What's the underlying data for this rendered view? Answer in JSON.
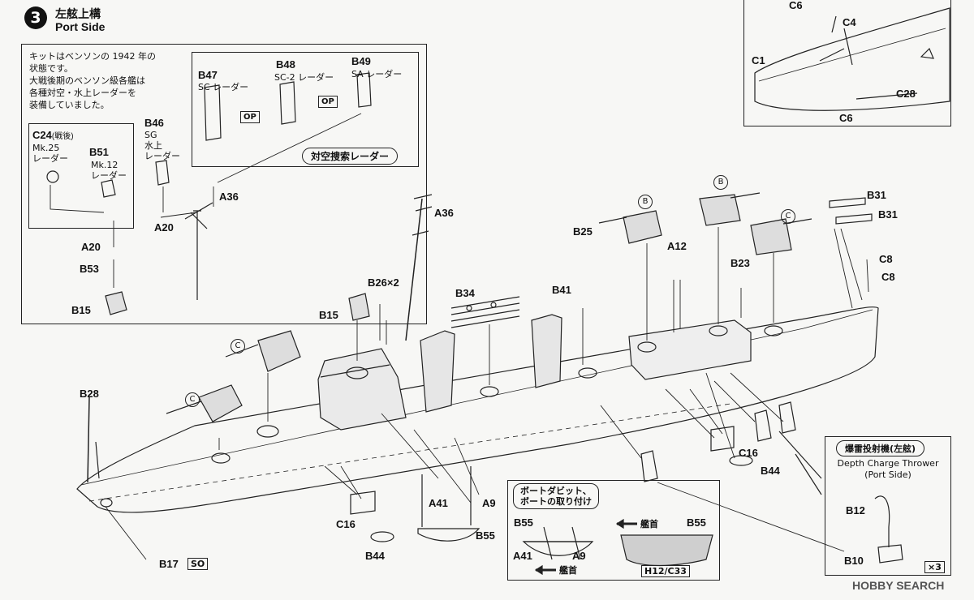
{
  "step": {
    "number": "3",
    "title_jp": "左舷上構",
    "title_en": "Port Side"
  },
  "note_box": {
    "lines": [
      "キットはベンソンの 1942 年の",
      "状態です。",
      "大戦後期のベンソン級各艦は",
      "各種対空・水上レーダーを",
      "装備していました。"
    ]
  },
  "radar_options": {
    "c24": {
      "code": "C24",
      "suffix": "(戦後)",
      "desc": [
        "Mk.25",
        "レーダー"
      ]
    },
    "b51": {
      "code": "B51",
      "desc": [
        "Mk.12",
        "レーダー"
      ]
    },
    "b46": {
      "code": "B46",
      "desc": [
        "SG",
        "水上",
        "レーダー"
      ]
    }
  },
  "air_search_box": {
    "b47": {
      "code": "B47",
      "desc": "SC レーダー"
    },
    "b48": {
      "code": "B48",
      "desc": "SC-2 レーダー"
    },
    "b49": {
      "code": "B49",
      "desc": "SA レーダー"
    },
    "op_label": "OP",
    "caption": "対空捜索レーダー"
  },
  "part_labels": {
    "a20_top": "A20",
    "a20_left": "A20",
    "b53": "B53",
    "b15_left": "B15",
    "a36_a": "A36",
    "a36_b": "A36",
    "b26": "B26×2",
    "b15_mid": "B15",
    "b34": "B34",
    "b25": "B25",
    "b41": "B41",
    "a12": "A12",
    "b23": "B23",
    "b31_a": "B31",
    "b31_b": "B31",
    "c8_a": "C8",
    "c8_b": "C8",
    "b28": "B28",
    "c16_a": "C16",
    "c16_b": "C16",
    "b44_a": "B44",
    "b44_b": "B44",
    "a41": "A41",
    "a9": "A9",
    "b55": "B55",
    "b17": "B17",
    "so": "SO",
    "circ_b1": "B",
    "circ_b2": "B",
    "circ_c1": "C",
    "circ_c2": "C",
    "circ_c3": "C"
  },
  "inset_top_right": {
    "c6_a": "C6",
    "c4": "C4",
    "c1": "C1",
    "c28": "C28",
    "c6_b": "C6"
  },
  "boat_davit_box": {
    "title": [
      "ボートダビット、",
      "ボートの取り付け"
    ],
    "b55_a": "B55",
    "a41": "A41",
    "a9": "A9",
    "bow_arrow_label": "艦首",
    "b55_b": "B55",
    "bow_arrow_label_2": "艦首",
    "h12_c33": "H12/C33"
  },
  "depth_charge_box": {
    "title_jp": "爆雷投射機(左舷)",
    "title_en": [
      "Depth Charge Thrower",
      "(Port Side)"
    ],
    "b12": "B12",
    "b10": "B10",
    "qty": "×3"
  },
  "watermark": "HOBBY SEARCH"
}
